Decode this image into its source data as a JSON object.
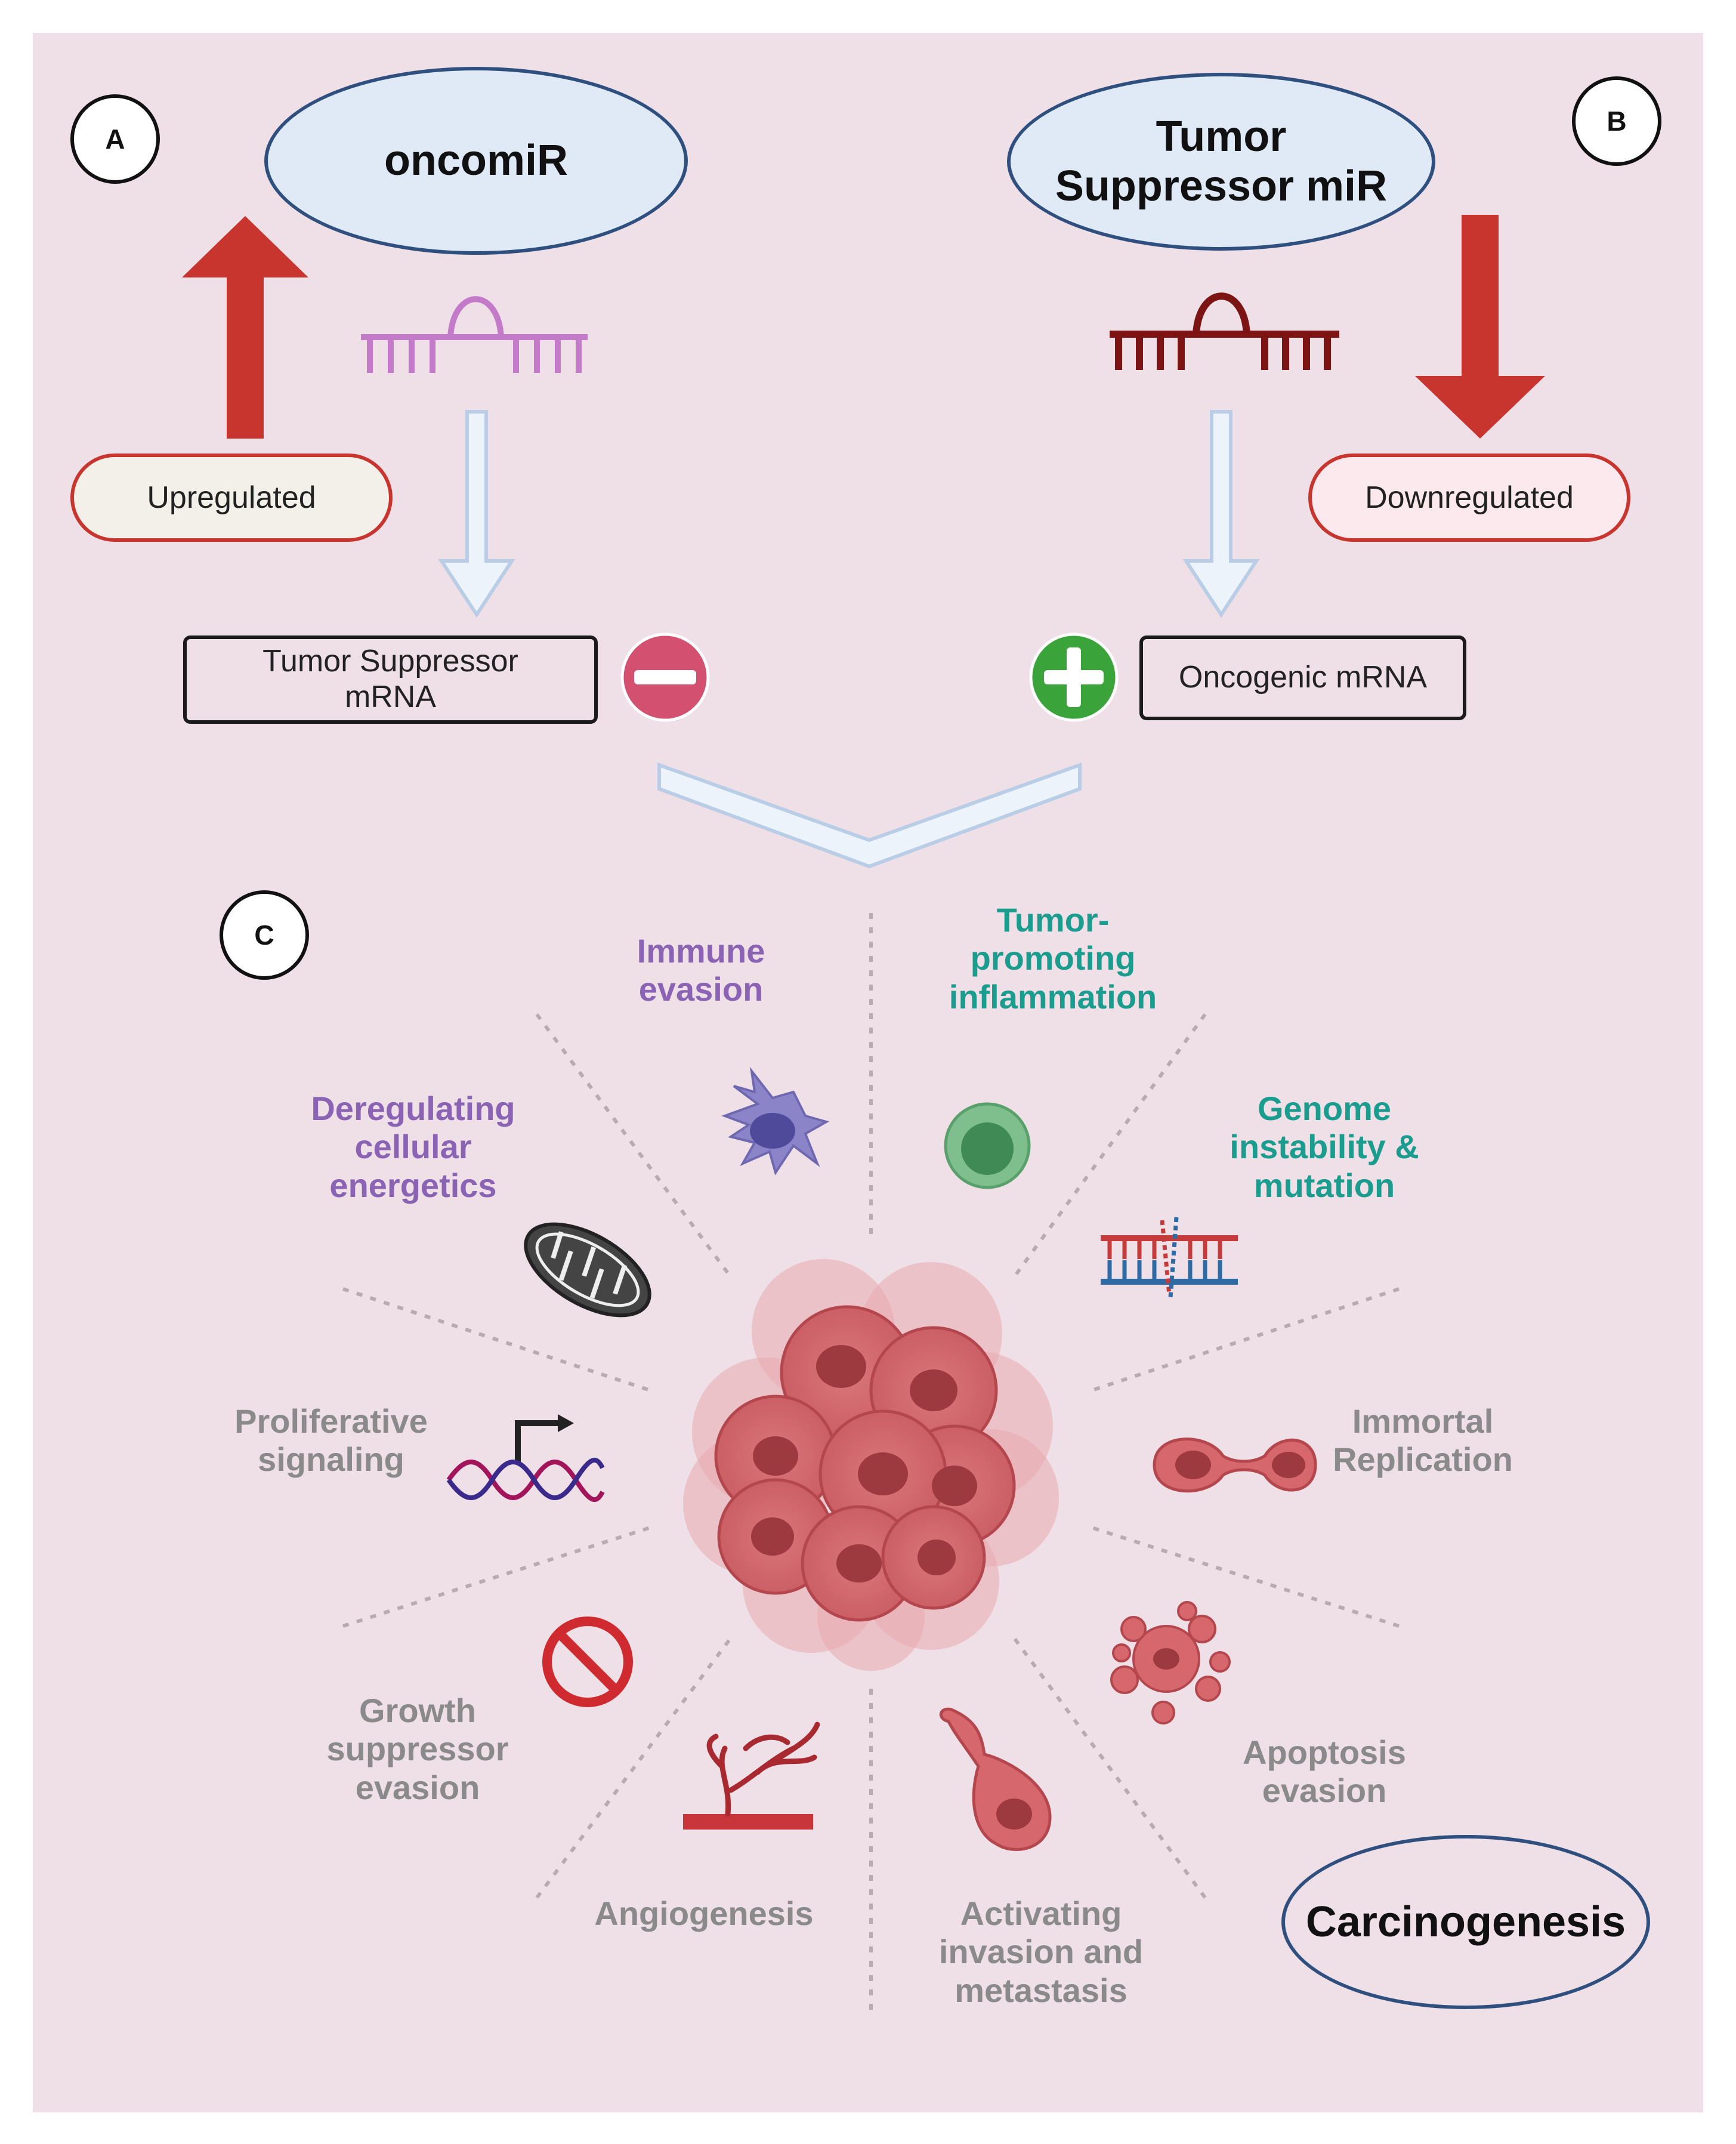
{
  "panels": {
    "a": "A",
    "b": "B",
    "c": "C"
  },
  "oncomir": {
    "title": "oncomiR",
    "status": "Upregulated",
    "target": "Tumor Suppressor mRNA",
    "effect": "inhibit"
  },
  "tsmir": {
    "title": "Tumor Suppressor miR",
    "status": "Downregulated",
    "target": "Oncogenic mRNA",
    "effect": "activate"
  },
  "hallmarks": {
    "immune_evasion": "Immune evasion",
    "tumor_inflammation": "Tumor-promoting inflammation",
    "genome_instability": "Genome instability & mutation",
    "deregulating_energetics": "Deregulating cellular energetics",
    "proliferative_signaling": "Proliferative signaling",
    "immortal_replication": "Immortal Replication",
    "growth_suppressor_evasion": "Growth suppressor evasion",
    "apoptosis_evasion": "Apoptosis evasion",
    "angiogenesis": "Angiogenesis",
    "invasion_metastasis": "Activating invasion and metastasis"
  },
  "outcome": "Carcinogenesis",
  "icons": {
    "up_arrow": "red-up-arrow-icon",
    "down_arrow": "red-down-arrow-icon",
    "mirna": "mirna-hairpin-icon",
    "minus": "minus-circle-icon",
    "plus": "plus-circle-icon",
    "tumor": "tumor-cell-cluster-icon"
  },
  "colors": {
    "background": "#efdfe6",
    "ellipse_fill": "#dfeaf6",
    "ellipse_border": "#2f4f7f",
    "arrow_red": "#c8352f",
    "oncomir_mirna": "#c27ac9",
    "tsmir_mirna": "#7d1414",
    "minus": "#d45071",
    "plus": "#3aa33a",
    "purple_text": "#8a63b5",
    "teal_text": "#1a9c8f",
    "grey_text": "#8a8a8a"
  }
}
